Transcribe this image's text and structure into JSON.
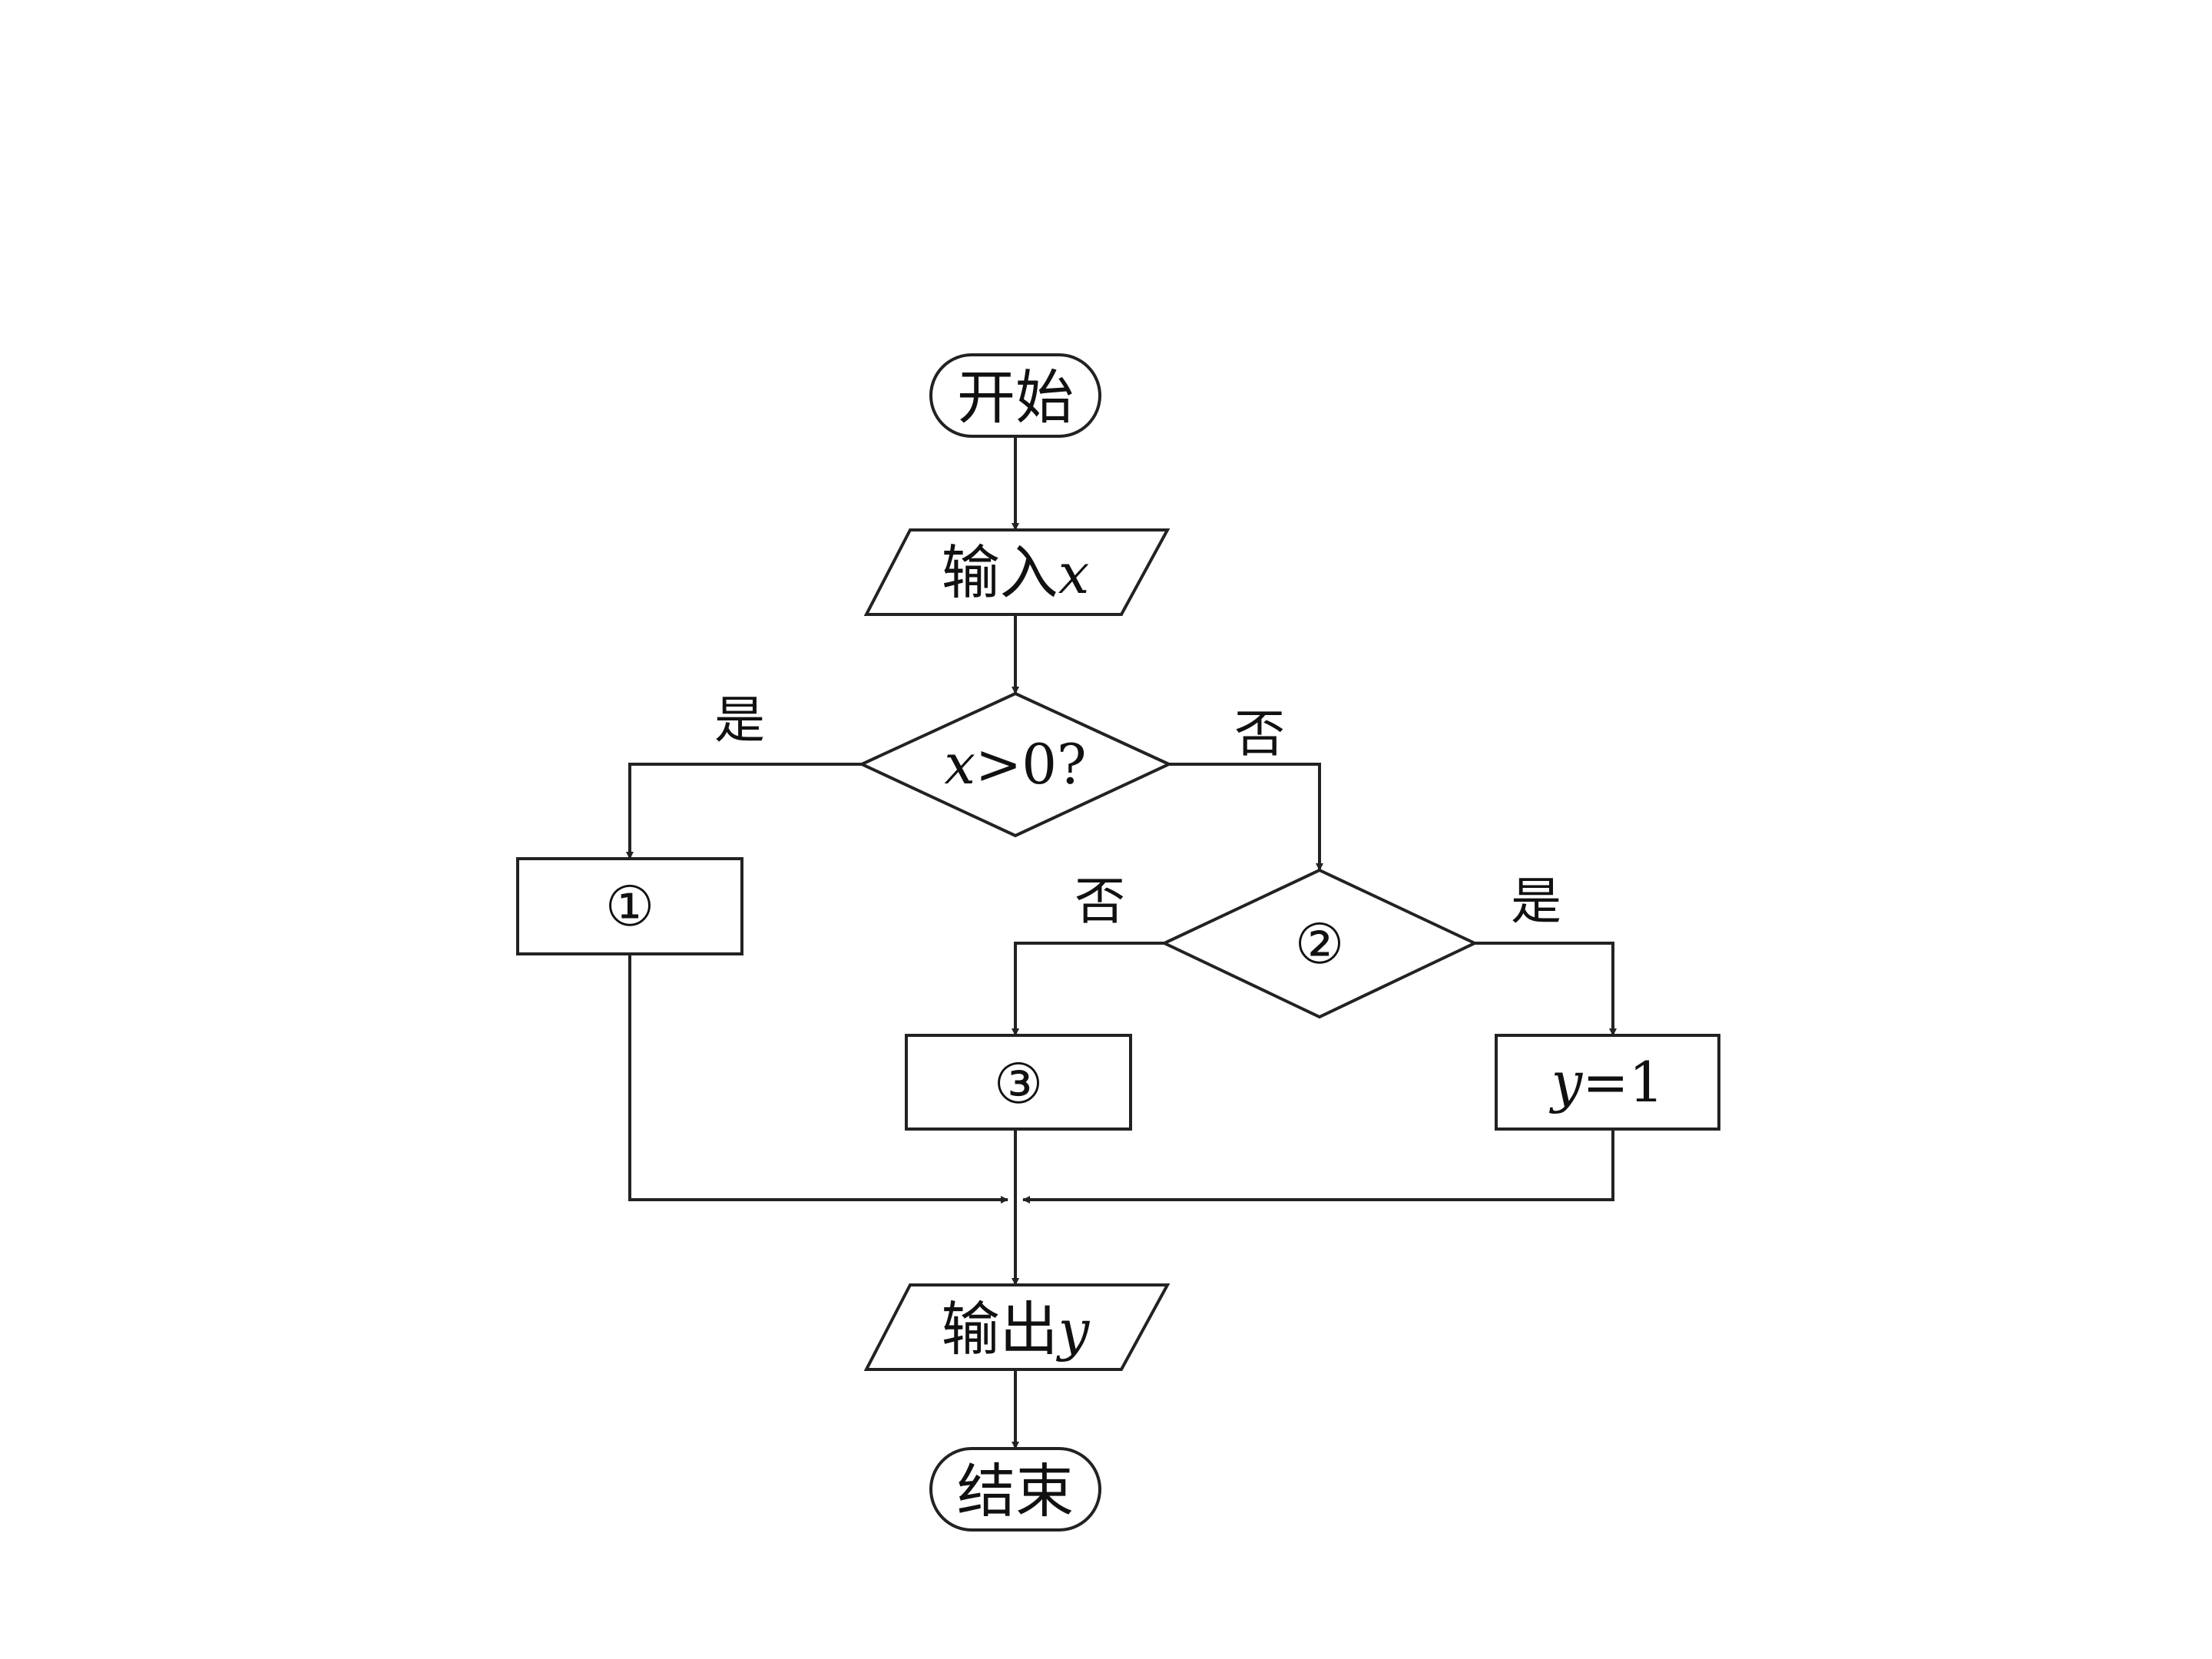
{
  "flowchart": {
    "nodes": {
      "start": {
        "text": "开始"
      },
      "input": {
        "text": "输入",
        "var": "x"
      },
      "decision1": {
        "var": "x",
        "op": ">0?"
      },
      "box1": {
        "text": "①"
      },
      "decision2": {
        "text": "②"
      },
      "box3": {
        "text": "③"
      },
      "assign": {
        "var": "y",
        "rest": "=1"
      },
      "output": {
        "text": "输出",
        "var": "y"
      },
      "end": {
        "text": "结束"
      }
    },
    "branch_labels": {
      "d1_yes": "是",
      "d1_no": "否",
      "d2_no": "否",
      "d2_yes": "是"
    }
  }
}
